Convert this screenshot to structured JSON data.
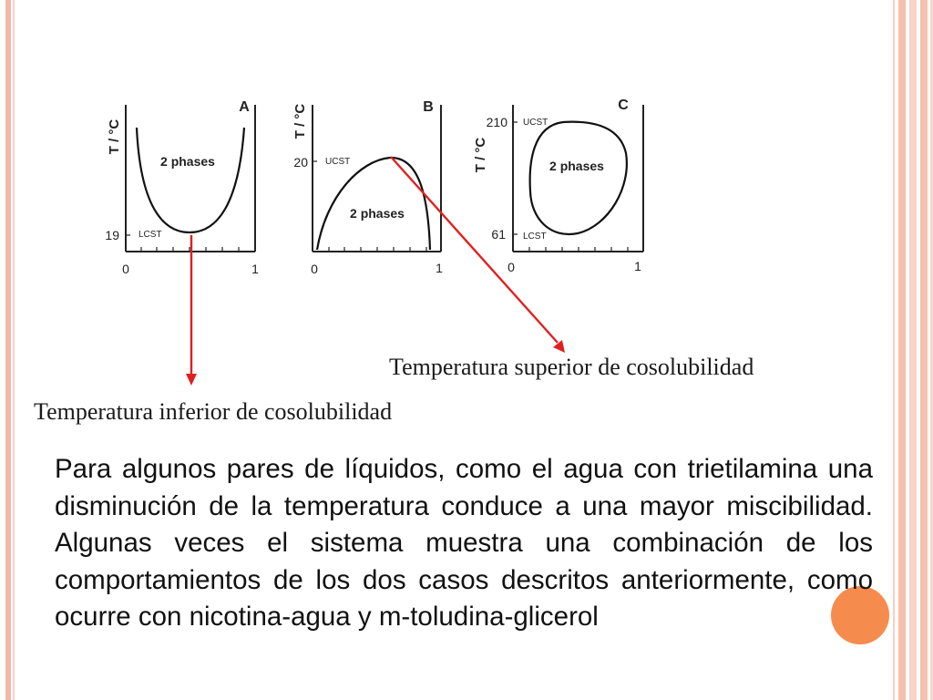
{
  "diagrams": {
    "A": {
      "letter": "A",
      "y_axis": "T / °C",
      "region": "2 phases",
      "temp_value": "19",
      "point_label": "LCST",
      "x_min": "0",
      "x_max": "1"
    },
    "B": {
      "letter": "B",
      "y_axis": "T / °C",
      "region": "2 phases",
      "temp_value": "20",
      "point_label": "UCST",
      "x_min": "0",
      "x_max": "1"
    },
    "C": {
      "letter": "C",
      "y_axis": "T / °C",
      "region": "2 phases",
      "temp_upper": "210",
      "upper_label": "UCST",
      "temp_lower": "61",
      "lower_label": "LCST",
      "x_min": "0",
      "x_max": "1"
    }
  },
  "captions": {
    "upper": "Temperatura superior de cosolubilidad",
    "lower": "Temperatura inferior de cosolubilidad"
  },
  "body_text": "Para algunos pares de líquidos, como el agua con trietilamina una disminución de la temperatura conduce a una mayor miscibilidad. Algunas veces el sistema muestra una combinación de los comportamientos de los dos casos descritos anteriormente, como ocurre con nicotina-agua y m-toludina-glicerol",
  "colors": {
    "arrow": "#e02020",
    "accent_circle": "#f58c4e",
    "border": "#f2b8a6"
  }
}
